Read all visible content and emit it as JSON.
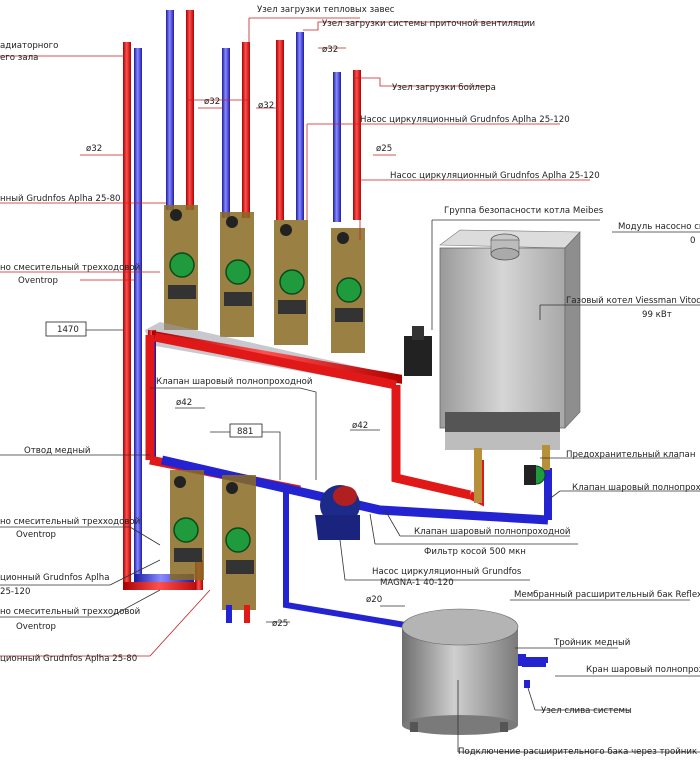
{
  "labels": {
    "zaves": "Узел загрузки тепловых завес",
    "vent": "Узел загрузки системы приточной вентиляции",
    "boiler_load": "Узел загрузки бойлера",
    "radiator_l1": "адиаторного",
    "radiator_l2": "его зала",
    "d32_a": "ø32",
    "d32_b": "ø32",
    "d32_c": "ø32",
    "d32_d": "ø32",
    "d25_top": "ø25",
    "pump_top1": "Насос циркуляционный Grudnfos Aplha 25-120",
    "pump_top2": "Насос циркуляционный Grudnfos Aplha 25-120",
    "pump_left_top": "нный Grudnfos Aplha 25-80",
    "safety_group": "Группа безопасности котла Meibes",
    "module_l1": "Модуль насосно см",
    "module_l2": "0",
    "mixvalve_top_l1": "но смесительный трехходовой",
    "mixvalve_top_l2": "Oventrop",
    "boiler_l1": "Газовый котел Viessman Vitod",
    "boiler_l2": "99 кВт",
    "dim_1470": "1470",
    "dim_881": "881",
    "ball_valve_full": "Клапан шаровый полнопроходной",
    "d42_a": "ø42",
    "d42_b": "ø42",
    "copper_branch": "Отвод медный",
    "safety_valve": "Предохранительный клапан",
    "ball_valve_right": "Клапан шаровый полнопроходн",
    "mixvalve_bot1_l1": "но смесительный трехходовой",
    "mixvalve_bot1_l2": "Oventrop",
    "ball_valve_mid": "Клапан шаровый полнопроходной",
    "filter": "Фильтр косой 500 мкн",
    "pump_bot_l1": "ционный Grudnfos Aplha",
    "pump_bot_l2": "25-120",
    "magna_l1": "Насос циркуляционный Grundfos",
    "magna_l2": "MAGNA-1 40-120",
    "mixvalve_bot2_l1": "но смесительный трехходовой",
    "mixvalve_bot2_l2": "Oventrop",
    "d20": "ø20",
    "d25_bot": "ø25",
    "exp_tank": "Мембранный расширительный бак Reflex NG",
    "pump_bot2": "ционный Grudnfos Aplha 25-80",
    "tee": "Тройник медный",
    "ball_valve_bot": "Кран шаровый полнопроход",
    "drain": "Узел слива системы",
    "tank_conn": "Подключение расширительного бака через тройник"
  },
  "colors": {
    "supply": "#e01818",
    "return": "#2323d2",
    "pump_green": "#1f9a3c",
    "brass": "#a8862e",
    "leader_red": "#c81e1e"
  }
}
